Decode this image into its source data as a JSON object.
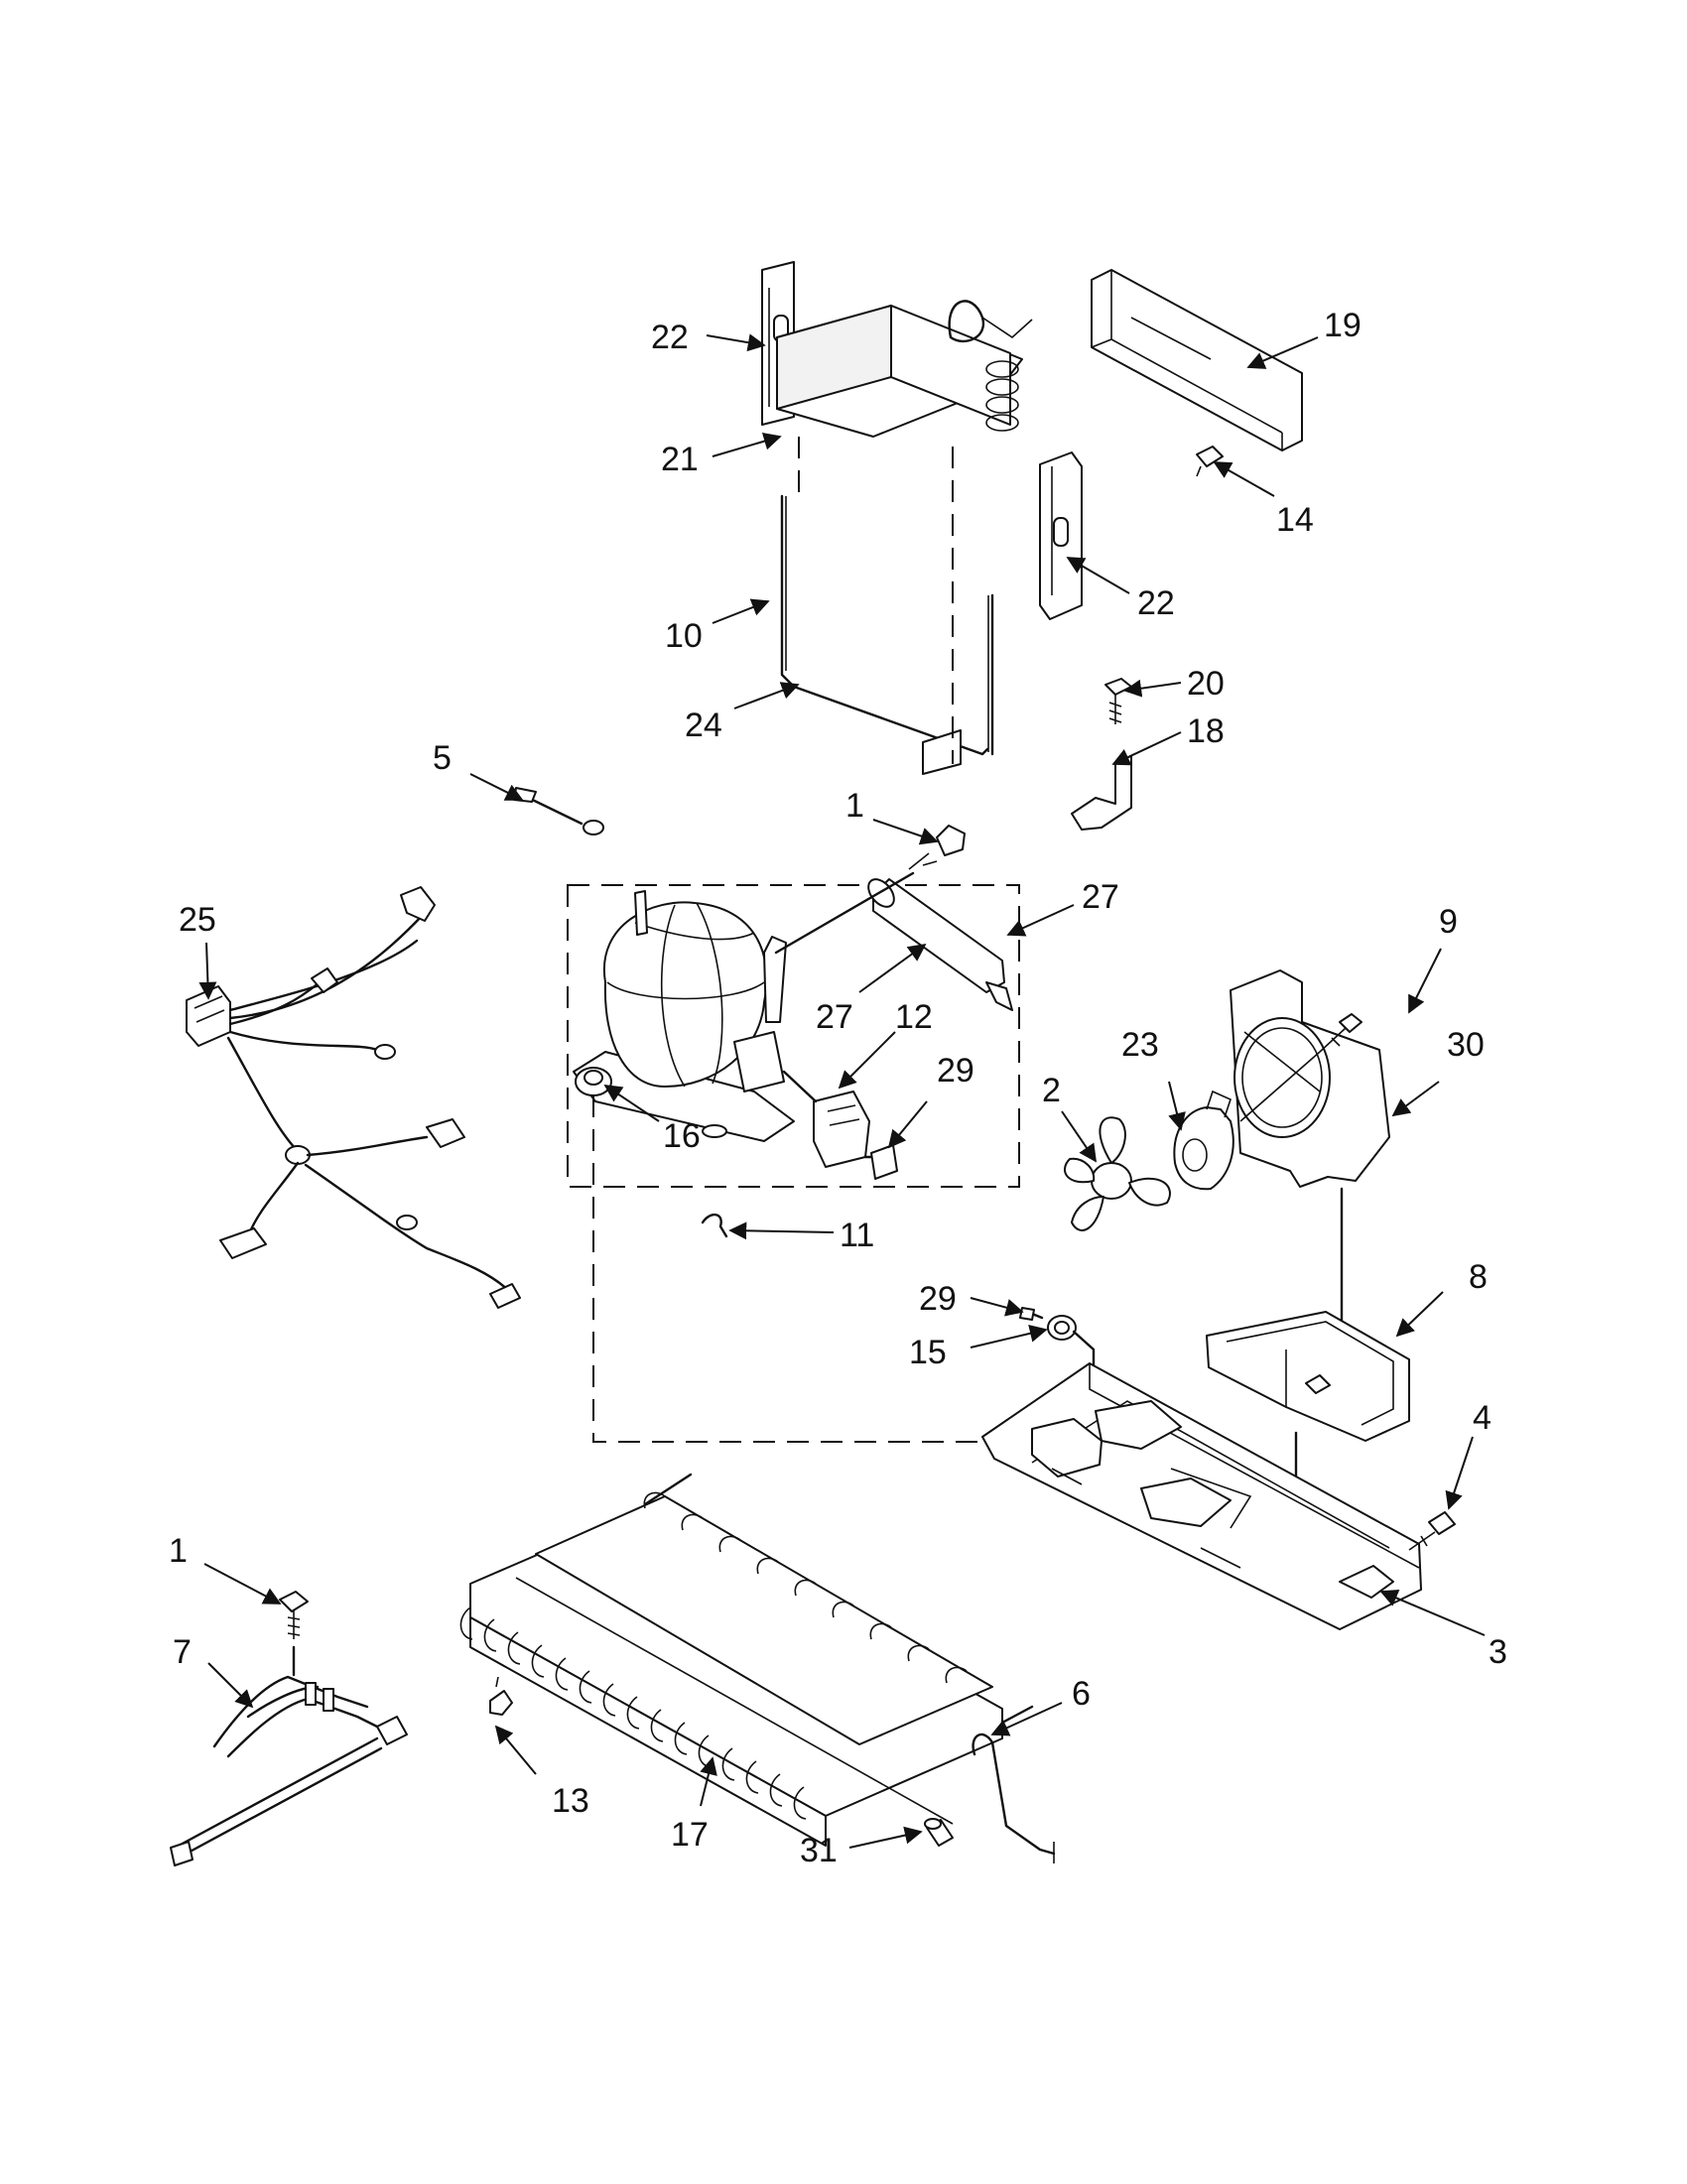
{
  "callouts": {
    "c22a": "22",
    "c21": "21",
    "c19": "19",
    "c14": "14",
    "c22b": "22",
    "c10": "10",
    "c24": "24",
    "c20": "20",
    "c18": "18",
    "c5": "5",
    "c1a": "1",
    "c27a": "27",
    "c25": "25",
    "c27b": "27",
    "c12": "12",
    "c29a": "29",
    "c16": "16",
    "c9": "9",
    "c23": "23",
    "c30": "30",
    "c2": "2",
    "c11": "11",
    "c8": "8",
    "c29b": "29",
    "c15": "15",
    "c4": "4",
    "c1b": "1",
    "c3": "3",
    "c7": "7",
    "c6": "6",
    "c13": "13",
    "c17": "17",
    "c31": "31"
  }
}
